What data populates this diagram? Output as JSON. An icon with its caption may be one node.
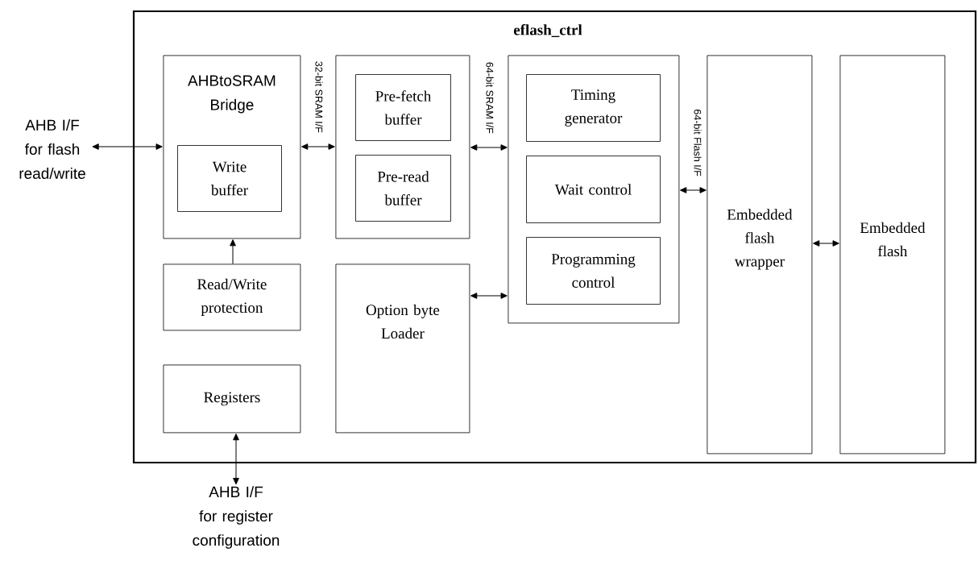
{
  "diagram": {
    "nodes": [
      {
        "text": [
          "eflash_ctrl"
        ]
      },
      {
        "text": [
          "AHBtoSRAM Bridge"
        ],
        "in": 0
      },
      {
        "text": [
          "Write buffer"
        ],
        "in": 1
      },
      {
        "text": [],
        "shape": "box",
        "in": 0
      },
      {
        "text": [
          "Pre-fetch buffer"
        ],
        "in": 3
      },
      {
        "text": [
          "Pre-read buffer"
        ],
        "in": 3
      },
      {
        "text": [],
        "shape": "box",
        "in": 0
      },
      {
        "text": [
          "Timing generator"
        ],
        "in": 6
      },
      {
        "text": [
          "Wait control"
        ],
        "in": 6
      },
      {
        "text": [
          "Programming control"
        ],
        "in": 6
      },
      {
        "text": [
          "Embedded flash wrapper"
        ],
        "in": 0
      },
      {
        "text": [
          "Embedded flash"
        ],
        "in": 0
      },
      {
        "text": [
          "Read/Write protection"
        ],
        "in": 0
      },
      {
        "text": [
          "Option byte Loader"
        ],
        "in": 0
      },
      {
        "text": [
          "Registers"
        ],
        "in": 0
      },
      {
        "text": [
          "AHB I/F for flash read/write"
        ]
      },
      {
        "text": [
          "AHB I/F for register configuration"
        ]
      }
    ],
    "edges": [
      {
        "from": 15,
        "to": 1,
        "arrow": "both"
      },
      {
        "from": 1,
        "to": 3,
        "arrow": "both",
        "label": "32-bit SRAM I/F"
      },
      {
        "from": 3,
        "to": 6,
        "arrow": "both",
        "label": "64-bit SRAM I/F"
      },
      {
        "from": 13,
        "to": 6,
        "arrow": "both"
      },
      {
        "from": 6,
        "to": 10,
        "arrow": "both",
        "label": "64-bit Flash I/F"
      },
      {
        "from": 10,
        "to": 11,
        "arrow": "both"
      },
      {
        "from": 12,
        "to": 1,
        "arrow": "to"
      },
      {
        "from": 16,
        "to": 14,
        "arrow": "both"
      }
    ]
  }
}
